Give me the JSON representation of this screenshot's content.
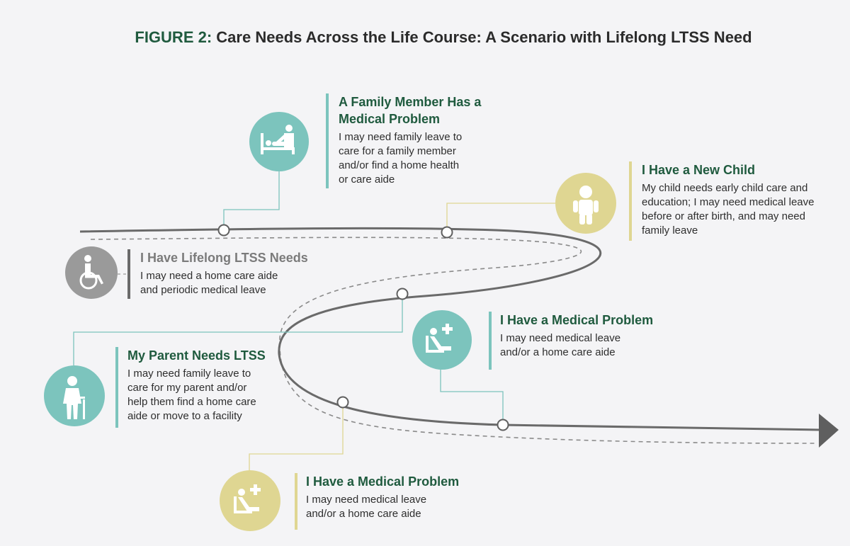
{
  "title": {
    "prefix": "FIGURE 2:",
    "text": "Care Needs Across the Life Course: A Scenario with Lifelong LTSS Need"
  },
  "colors": {
    "teal": "#7cc4bd",
    "olive": "#dfd692",
    "gray": "#9a9a9a",
    "dark_green": "#1f5a3e",
    "gray_heading": "#7b7b7b",
    "path_line": "#6a6a6a"
  },
  "events": [
    {
      "id": "family-member-medical",
      "title": "A Family Member Has a Medical Problem",
      "body": "I may need family leave to care for a family member and/or find a home health or care aide",
      "icon": "caregiver-bed-icon",
      "color": "teal"
    },
    {
      "id": "new-child",
      "title": "I Have a New Child",
      "body": "My child needs early child care and education; I may need medical leave before or after birth, and may need family leave",
      "icon": "child-icon",
      "color": "olive"
    },
    {
      "id": "lifelong-ltss",
      "title": "I Have Lifelong LTSS Needs",
      "body": "I may need a home care aide and periodic medical leave",
      "icon": "wheelchair-icon",
      "color": "gray"
    },
    {
      "id": "medical-problem-1",
      "title": "I Have a Medical Problem",
      "body": "I may need medical leave and/or a home care aide",
      "icon": "patient-medical-icon",
      "color": "teal"
    },
    {
      "id": "parent-ltss",
      "title": "My Parent Needs LTSS",
      "body": "I may need family leave to care for my parent and/or help them find a home care aide or move to a facility",
      "icon": "elderly-icon",
      "color": "teal"
    },
    {
      "id": "medical-problem-2",
      "title": "I Have a Medical Problem",
      "body": "I may need medical leave and/or a home care aide",
      "icon": "patient-medical-icon",
      "color": "olive"
    }
  ]
}
